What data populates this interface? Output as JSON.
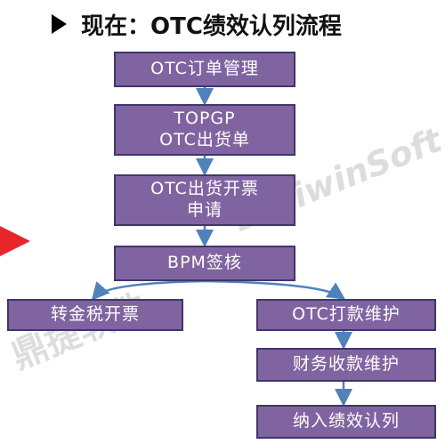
{
  "title": "现在：OTC绩效认列流程",
  "watermark": {
    "english": "DigiwinSoft",
    "chinese": "鼎捷软件"
  },
  "nodes": {
    "order": "OTC订单管理",
    "delivery_line1": "TOPGP",
    "delivery_line2": "OTC出货单",
    "invoice_req_line1": "OTC出货开票",
    "invoice_req_line2": "申请",
    "bpm": "BPM签核",
    "golden_tax": "转金税开票",
    "payment": "OTC打款维护",
    "finance": "财务收款维护",
    "recognition": "纳入绩效认列"
  },
  "colors": {
    "box_fill": "#8064a2",
    "box_border": "#40356b",
    "connector": "#4f81bd",
    "pointer": "#e8262a"
  }
}
